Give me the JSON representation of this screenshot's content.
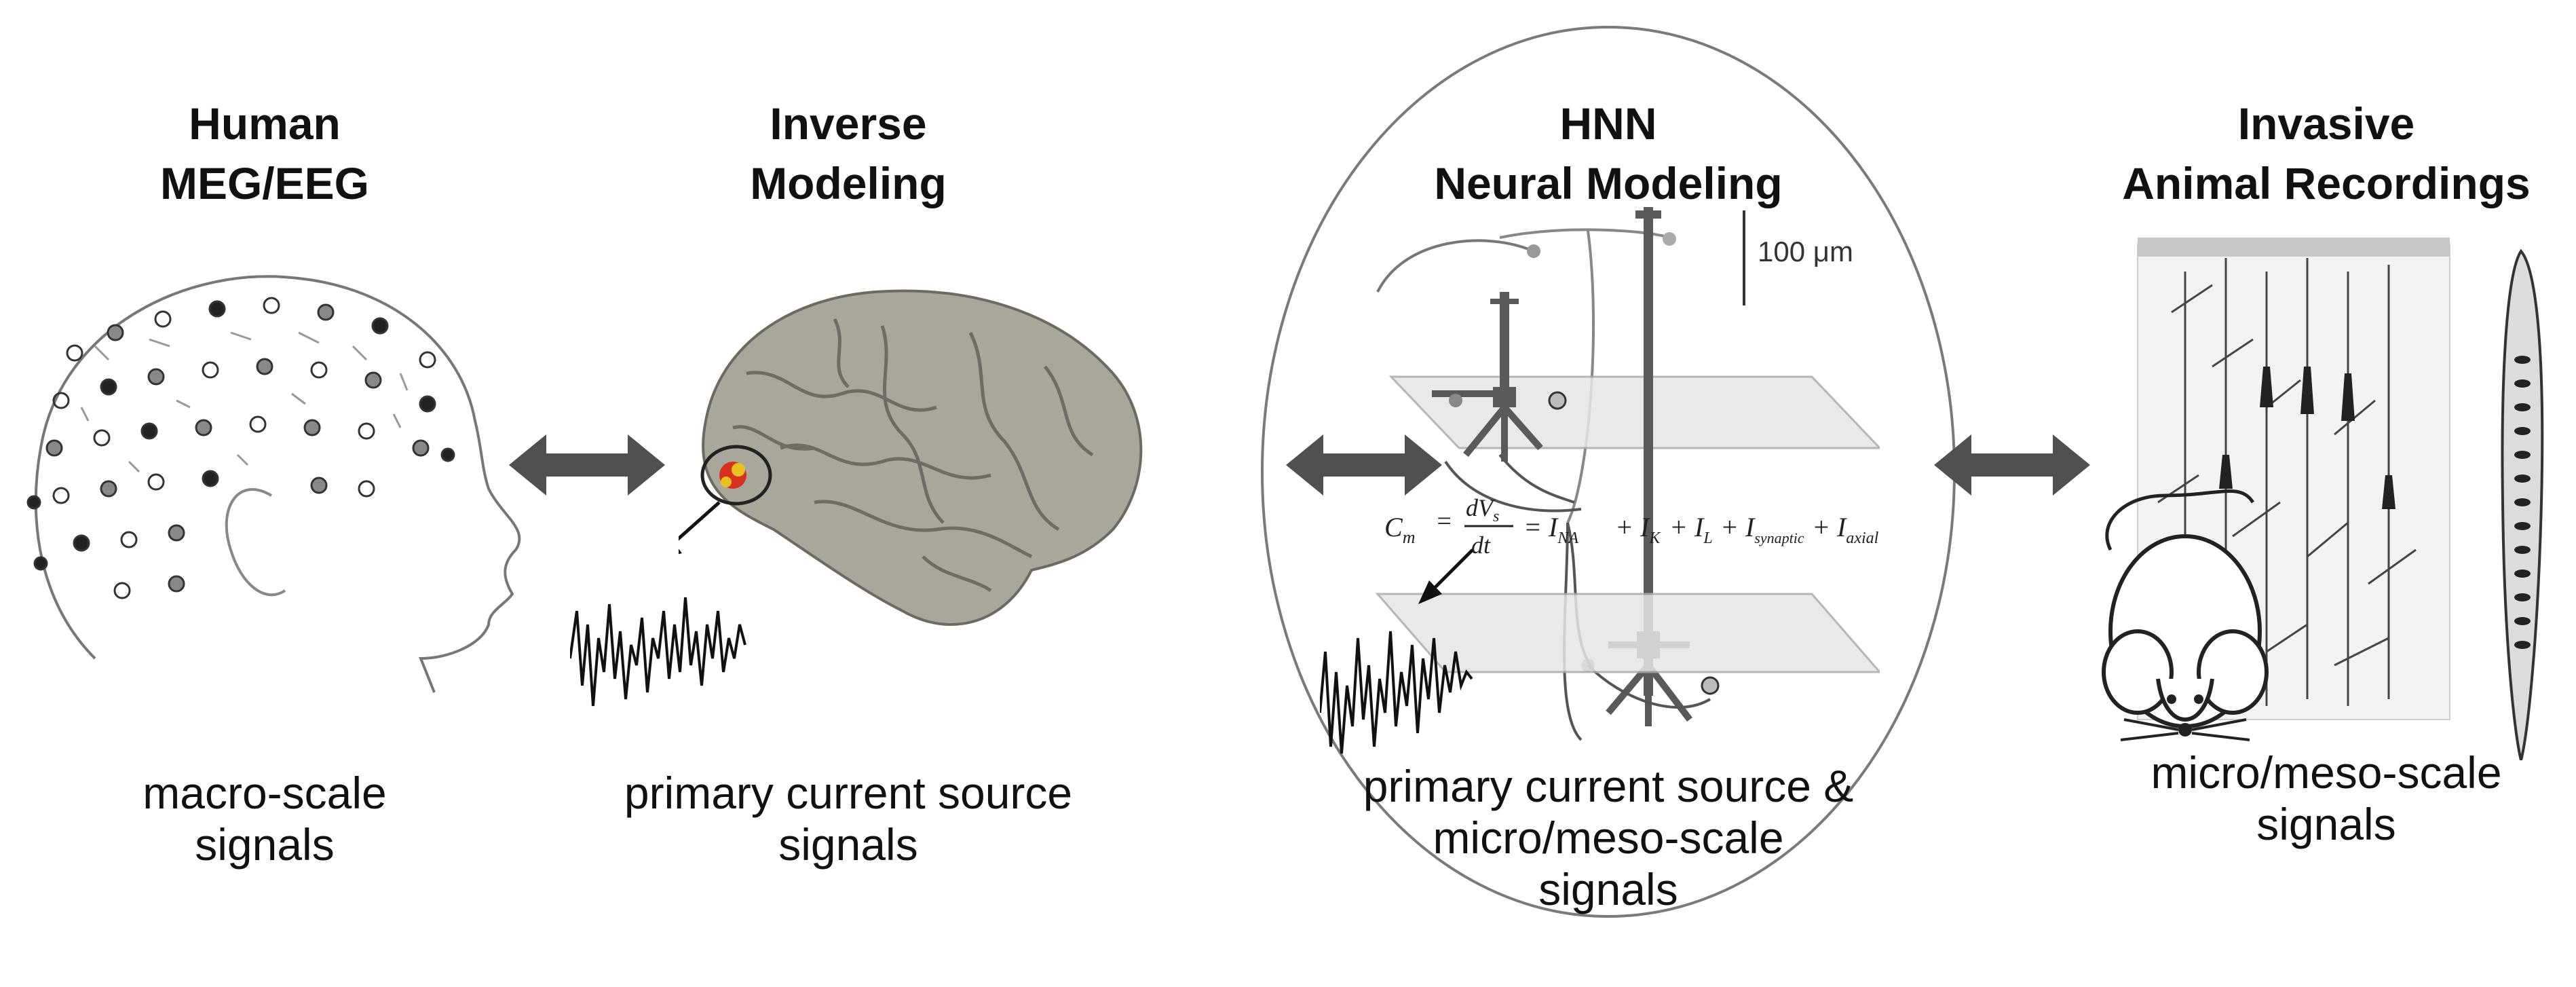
{
  "panels": [
    {
      "id": "meg",
      "title_line1": "Human",
      "title_line2": "MEG/EEG",
      "caption_line1": "macro-scale",
      "caption_line2": "signals",
      "caption_line3": ""
    },
    {
      "id": "inverse",
      "title_line1": "Inverse",
      "title_line2": "Modeling",
      "caption_line1": "primary current source",
      "caption_line2": "signals",
      "caption_line3": ""
    },
    {
      "id": "hnn",
      "title_line1": "HNN",
      "title_line2": "Neural Modeling",
      "caption_line1": "primary current source &",
      "caption_line2": "micro/meso-scale",
      "caption_line3": "signals"
    },
    {
      "id": "invasive",
      "title_line1": "Invasive",
      "title_line2": "Animal Recordings",
      "caption_line1": "micro/meso-scale",
      "caption_line2": "signals",
      "caption_line3": ""
    }
  ],
  "scale_bar_label": "100 μm",
  "equation": {
    "lhs": "C",
    "lhs_sub": "m",
    "frac_num": "dV",
    "frac_num_sub": "s",
    "frac_den": "dt",
    "rhs": "= I",
    "rhs_na_sub": "NA",
    "term_k": "+ I",
    "term_k_sub": "K",
    "term_l": "+ I",
    "term_l_sub": "L",
    "term_syn": "+ I",
    "term_syn_sub": "synaptic",
    "term_axial": "+ I",
    "term_axial_sub": "axial"
  },
  "colors": {
    "arrow": "#505050",
    "brain": "#a9a69c",
    "source_red": "#d8301f",
    "source_yellow": "#e8c020",
    "neuron": "#5a5a5a",
    "circle": "#7a7a7a",
    "plane": "#e6e6e6"
  }
}
